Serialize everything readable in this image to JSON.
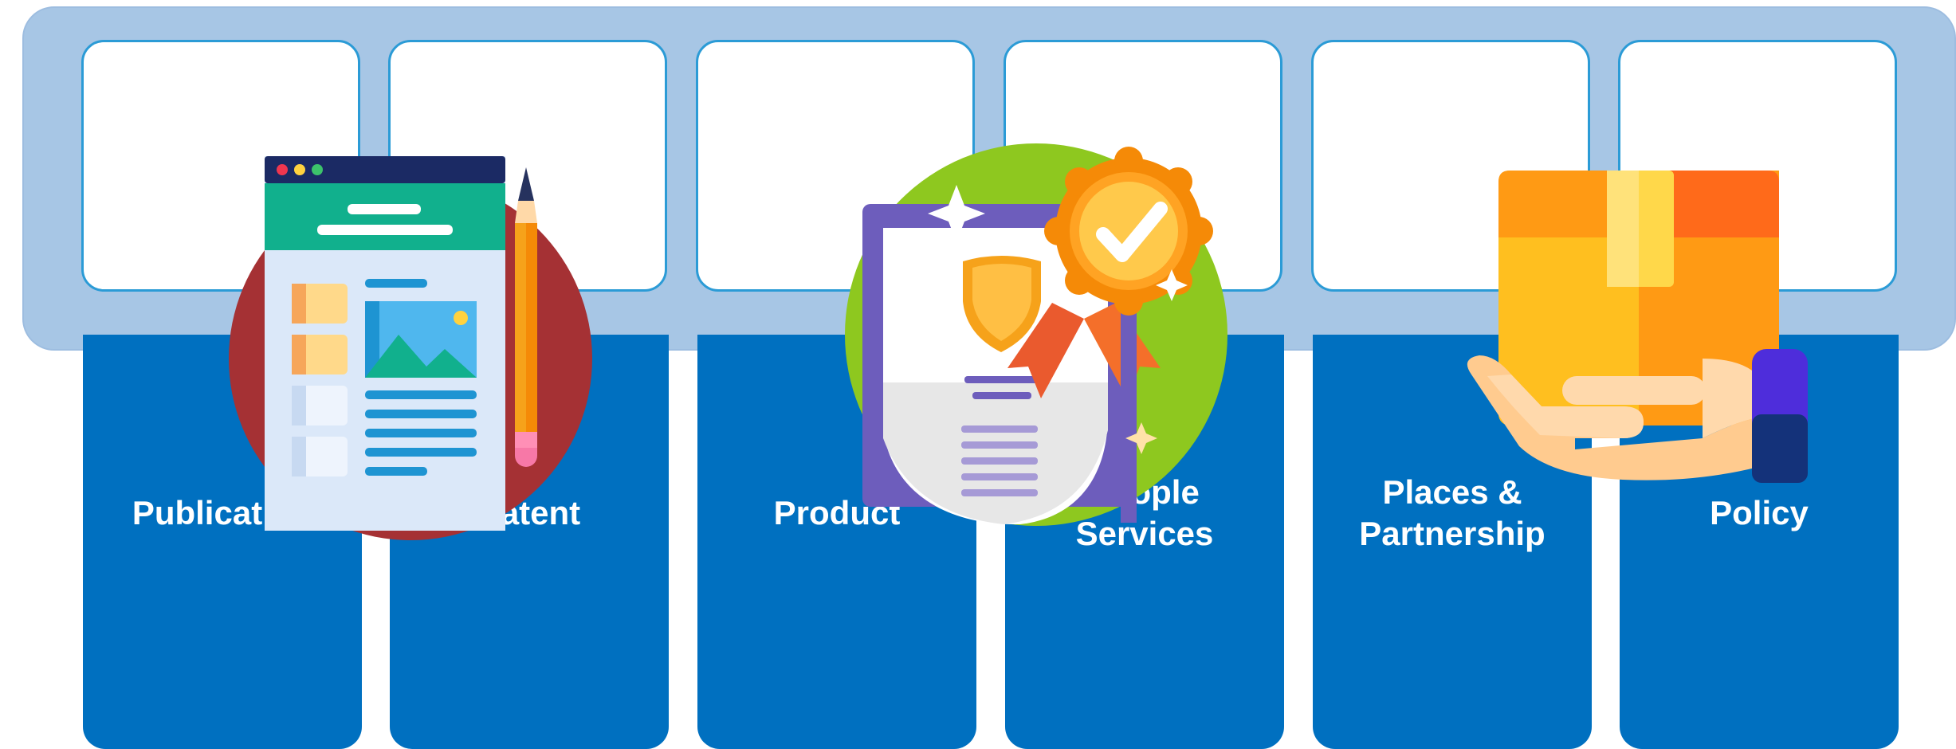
{
  "colors": {
    "band": "#a7c6e5",
    "card_border": "#2b9bd6",
    "column": "#0070c0",
    "label": "#ffffff"
  },
  "columns": [
    {
      "label": "Publication"
    },
    {
      "label": "Patent"
    },
    {
      "label": "Product"
    },
    {
      "label": "People\nServices"
    },
    {
      "label": "Places &\nPartnership"
    },
    {
      "label": "Policy"
    }
  ],
  "illustrations": [
    {
      "icon": "document-pencil-icon"
    },
    {
      "icon": "certificate-award-icon"
    },
    {
      "icon": "hand-package-icon"
    }
  ]
}
